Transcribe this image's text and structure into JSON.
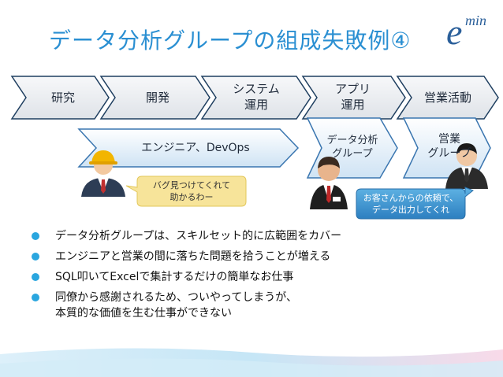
{
  "title": "データ分析グループの組成失敗例④",
  "logo": {
    "letter": "e",
    "superscript": "min"
  },
  "stages": [
    {
      "label": "研究"
    },
    {
      "label": "開発"
    },
    {
      "label": "システム\n運用"
    },
    {
      "label": "アプリ\n運用"
    },
    {
      "label": "営業活動"
    }
  ],
  "bands": {
    "engineer": "エンジニア、DevOps",
    "data_group": "データ分析\nグループ",
    "sales_group": "営業\nグループ"
  },
  "callouts": {
    "engineer": "バグ見つけてくれて\n助かるわー",
    "sales": "お客さんからの依頼で、\nデータ出力してくれ"
  },
  "bullets": [
    "データ分析グループは、スキルセット的に広範囲をカバー",
    "エンジニアと営業の間に落ちた問題を拾うことが増える",
    "SQL叩いてExcelで集計するだけの簡単なお仕事",
    "同僚から感謝されるため、ついやってしまうが、\n本質的な価値を生む仕事ができない"
  ],
  "colors": {
    "title": "#2a8fd2",
    "bullet": "#2aa6df",
    "engineer_callout": "#f7e49a",
    "sales_callout": "#4aa3d8"
  }
}
